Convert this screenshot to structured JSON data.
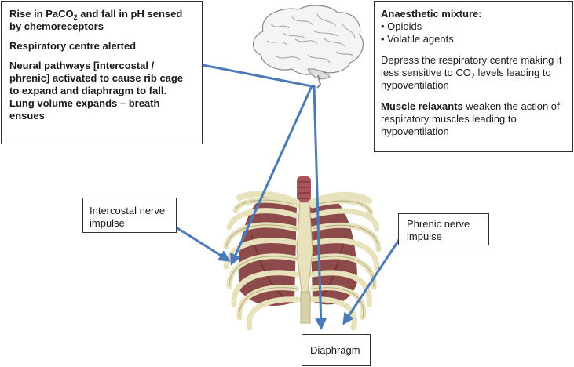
{
  "left_box": {
    "line1_pre": "Rise in PaCO",
    "line1_sub": "2",
    "line1_post": " and fall in pH sensed by chemoreceptors",
    "line2": "Respiratory centre alerted",
    "line3": "Neural pathways [intercostal / phrenic] activated to cause rib cage to expand and diaphragm to fall. Lung volume expands – breath ensues"
  },
  "right_box": {
    "heading": "Anaesthetic mixture:",
    "bullets": [
      "Opioids",
      "Volatile agents"
    ],
    "para1_pre": "Depress the respiratory centre making it less sensitive to CO",
    "para1_sub": "2",
    "para1_post": " levels leading to hypoventilation",
    "para2_bold": "Muscle relaxants",
    "para2_rest": " weaken the action of respiratory muscles leading to hypoventilation"
  },
  "labels": {
    "intercostal": "Intercostal nerve impulse",
    "phrenic": "Phrenic nerve impulse",
    "diaphragm": "Diaphragm"
  },
  "colors": {
    "arrow": "#4a7ab8",
    "rib": "#e8e2bc",
    "lung": "#8c4a4a",
    "brain": "#f4f4f4",
    "trachea": "#a8545a"
  }
}
